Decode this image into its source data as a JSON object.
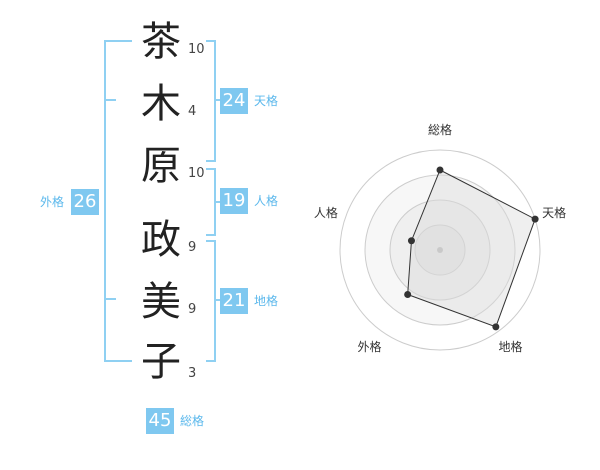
{
  "name_chars": [
    {
      "char": "茶",
      "strokes": "10"
    },
    {
      "char": "木",
      "strokes": "4"
    },
    {
      "char": "原",
      "strokes": "10"
    },
    {
      "char": "政",
      "strokes": "9"
    },
    {
      "char": "美",
      "strokes": "9"
    },
    {
      "char": "子",
      "strokes": "3"
    }
  ],
  "kaku": {
    "tenkaku": {
      "value": "24",
      "label": "天格"
    },
    "jinkaku": {
      "value": "19",
      "label": "人格"
    },
    "chikaku": {
      "value": "21",
      "label": "地格"
    },
    "gaikaku": {
      "value": "26",
      "label": "外格"
    },
    "soukaku": {
      "value": "45",
      "label": "総格"
    }
  },
  "chart_data": {
    "type": "radar",
    "axes": [
      "総格",
      "天格",
      "地格",
      "外格",
      "人格"
    ],
    "values": [
      0.8,
      1.0,
      0.95,
      0.55,
      0.3
    ],
    "rings": 4,
    "range": [
      0,
      1
    ]
  }
}
